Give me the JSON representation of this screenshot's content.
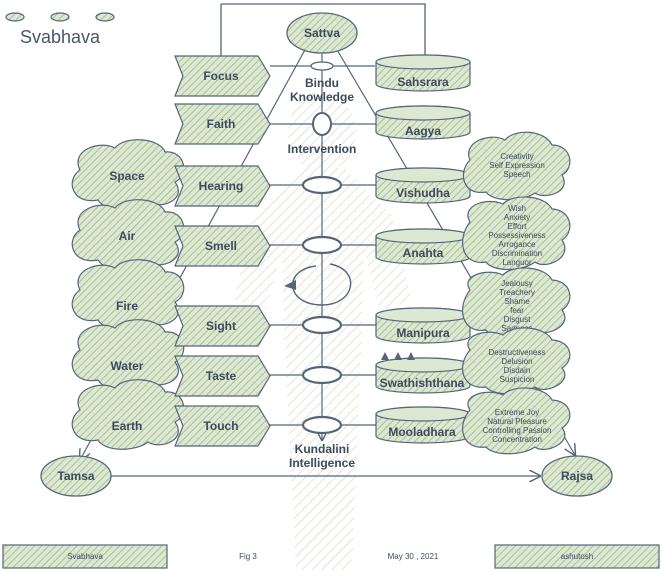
{
  "title": "Svabhava",
  "top": {
    "sattva": "Sattva",
    "bindu_line1": "Bindu",
    "bindu_line2": "Knowledge",
    "intervention": "Intervention"
  },
  "bottom": {
    "kundalini_line1": "Kundalini",
    "kundalini_line2": "Intelligence",
    "tamsa": "Tamsa",
    "rajsa": "Rajsa"
  },
  "elements": [
    "Space",
    "Air",
    "Fire",
    "Water",
    "Earth"
  ],
  "left_tags": [
    "Focus",
    "Faith",
    "Hearing",
    "Smell",
    "Sight",
    "Taste",
    "Touch"
  ],
  "chakras": [
    "Sahsrara",
    "Aagya",
    "Vishudha",
    "Anahta",
    "Manipura",
    "Swathishthana",
    "Mooladhara"
  ],
  "qualities": [
    [
      "Creativity",
      "Self Expression",
      "Speech"
    ],
    [
      "Wish",
      "Anxiety",
      "Effort",
      "Possessiveness",
      "Arrogance",
      "Discrimination",
      "Languor"
    ],
    [
      "Jealousy",
      "Treachery",
      "Shame",
      "fear",
      "Disgust",
      "Sadness"
    ],
    [
      "Destructiveness",
      "Delusion",
      "Disdain",
      "Suspicion"
    ],
    [
      "Extreme Joy",
      "Natural Pleasure",
      "Controlling Passion",
      "Concentration"
    ]
  ],
  "footer": {
    "left": "Svabhava",
    "fig": "Fig  3",
    "date": "May 30 , 2021",
    "right": "ashutosh"
  },
  "colors": {
    "ink": "#56657a",
    "fill": "#c9d9b9",
    "hatch": "#9db489",
    "text": "#3e4a5c"
  }
}
